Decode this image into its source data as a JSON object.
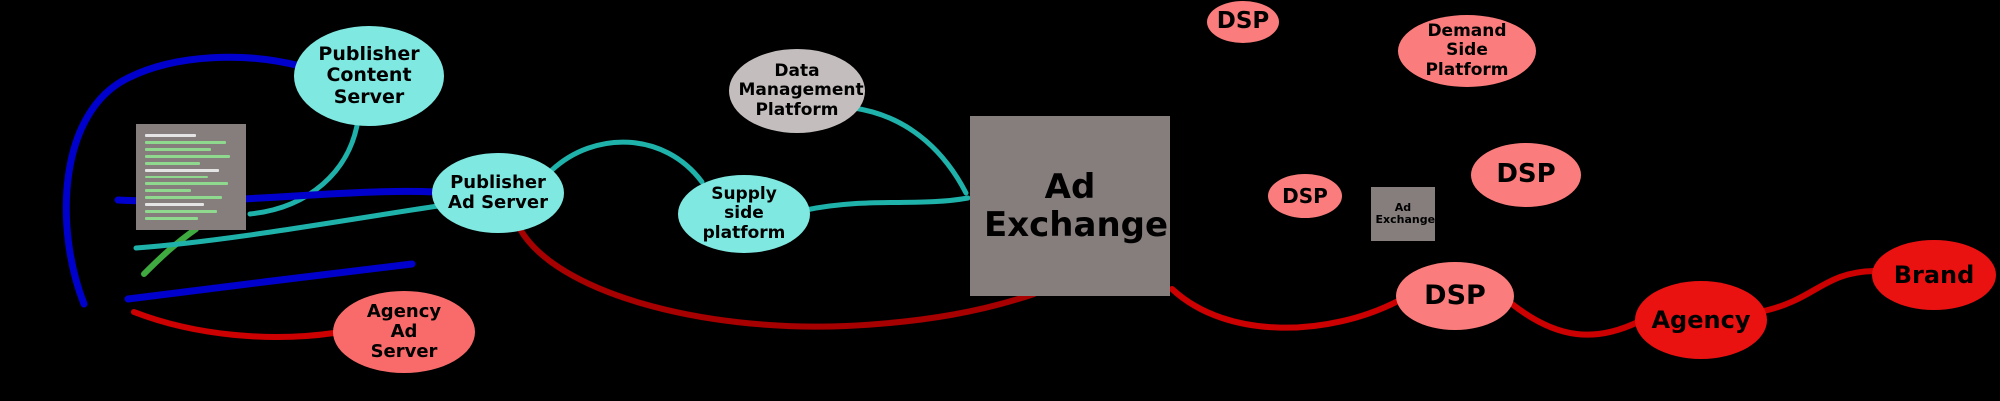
{
  "diagram": {
    "nodes": {
      "publisher_content_server": "Publisher Content Server",
      "publisher_ad_server": "Publisher Ad Server",
      "agency_ad_server": "Agency Ad Server",
      "data_management_platform": "Data Management Platform",
      "supply_side_platform": "Supply side platform",
      "ad_exchange_main": "Ad Exchange",
      "dsp_top": "DSP",
      "demand_side_platform": "Demand Side Platform",
      "dsp_mid_left": "DSP",
      "ad_exchange_small": "Ad Exchange",
      "dsp_mid_right": "DSP",
      "dsp_bottom": "DSP",
      "agency": "Agency",
      "brand": "Brand"
    },
    "edges": [
      {
        "from": "left-bundle",
        "to": "publisher_content_server",
        "color": "blue"
      },
      {
        "from": "publisher_content_server",
        "to": "webpage_thumbnail",
        "color": "teal"
      },
      {
        "from": "left-bundle",
        "to": "publisher_ad_server",
        "color": "blue"
      },
      {
        "from": "left-bundle",
        "to": "webpage_thumbnail",
        "color": "green"
      },
      {
        "from": "left-bundle",
        "to": "publisher_ad_server",
        "color": "teal"
      },
      {
        "from": "left-bundle",
        "to": "publisher_ad_server",
        "color": "blue"
      },
      {
        "from": "left-bundle",
        "to": "agency_ad_server",
        "color": "red"
      },
      {
        "from": "publisher_ad_server",
        "to": "supply_side_platform",
        "color": "teal"
      },
      {
        "from": "supply_side_platform",
        "to": "ad_exchange_main",
        "color": "teal"
      },
      {
        "from": "data_management_platform",
        "to": "ad_exchange_main",
        "color": "teal"
      },
      {
        "from": "publisher_ad_server",
        "to": "ad_exchange_main",
        "color": "dark_red"
      },
      {
        "from": "ad_exchange_main",
        "to": "dsp_bottom",
        "color": "red"
      },
      {
        "from": "dsp_bottom",
        "to": "agency",
        "color": "red"
      },
      {
        "from": "agency",
        "to": "brand",
        "color": "red"
      }
    ]
  },
  "colors": {
    "background": "#000000",
    "node_cyan": "#7FE8E1",
    "node_silver": "#C3BDBD",
    "node_gray_box": "#867D7D",
    "node_salmon": "#FB7C7C",
    "node_red_light": "#F96B6B",
    "node_red": "#EA1111",
    "edge_blue": "#0000CC",
    "edge_teal": "#1FB2AA",
    "edge_green": "#3FAA3F",
    "edge_red": "#CC0000",
    "edge_dark_red": "#A60000",
    "code_text_green": "#8FD98F"
  }
}
